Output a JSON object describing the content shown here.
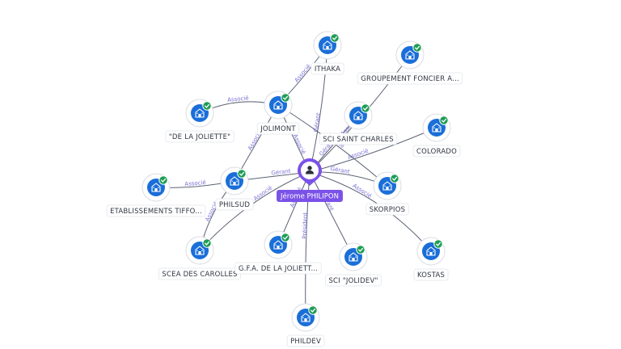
{
  "center": {
    "label": "Jérome PHILIPON",
    "icon": "person-icon",
    "color": "#7b52e8"
  },
  "colors": {
    "node_fill": "#1a6ed8",
    "check_badge": "#1f9d55",
    "edge": "#5b6273",
    "edge_label": "#7a6fd6"
  },
  "nodes": [
    {
      "id": "ithaka",
      "label": "ITHAKA",
      "icon": "building-icon"
    },
    {
      "id": "groupement",
      "label": "GROUPEMENT FONCIER A...",
      "icon": "building-icon"
    },
    {
      "id": "jolimont",
      "label": "JOLIMONT",
      "icon": "building-icon"
    },
    {
      "id": "joliette",
      "label": "\"DE LA JOLIETTE\"",
      "icon": "building-icon"
    },
    {
      "id": "scisaintcharles",
      "label": "SCI SAINT CHARLES",
      "icon": "building-icon"
    },
    {
      "id": "colorado",
      "label": "COLORADO",
      "icon": "building-icon"
    },
    {
      "id": "etablissements",
      "label": "ETABLISSEMENTS TIFFO...",
      "icon": "building-icon"
    },
    {
      "id": "philsud",
      "label": "PHILSUD",
      "icon": "building-icon"
    },
    {
      "id": "skorpios",
      "label": "SKORPIOS",
      "icon": "building-icon"
    },
    {
      "id": "scea",
      "label": "SCEA DES CAROLLES",
      "icon": "building-icon"
    },
    {
      "id": "gfa",
      "label": "G.F.A. DE LA JOLIETT...",
      "icon": "building-icon"
    },
    {
      "id": "scijolidev",
      "label": "SCI \"JOLIDEV\"",
      "icon": "building-icon"
    },
    {
      "id": "kostas",
      "label": "KOSTAS",
      "icon": "building-icon"
    },
    {
      "id": "phildev",
      "label": "PHILDEV",
      "icon": "building-icon"
    }
  ],
  "edges": [
    {
      "from": "center",
      "to": "ithaka",
      "label": "Gérant"
    },
    {
      "from": "center",
      "to": "groupement",
      "label": "Associé"
    },
    {
      "from": "center",
      "to": "jolimont",
      "label": "Associé"
    },
    {
      "from": "center",
      "to": "scisaintcharles",
      "label": "Gérant"
    },
    {
      "from": "center",
      "to": "colorado",
      "label": "Associé"
    },
    {
      "from": "center",
      "to": "philsud",
      "label": "Gérant"
    },
    {
      "from": "center",
      "to": "skorpios",
      "label": "Gérant"
    },
    {
      "from": "center",
      "to": "scea",
      "label": "Associé"
    },
    {
      "from": "center",
      "to": "gfa",
      "label": "Associé"
    },
    {
      "from": "center",
      "to": "scijolidev",
      "label": "Gérant"
    },
    {
      "from": "center",
      "to": "kostas",
      "label": "Associé"
    },
    {
      "from": "center",
      "to": "phildev",
      "label": "Président"
    },
    {
      "from": "jolimont",
      "to": "ithaka",
      "label": "Associé"
    },
    {
      "from": "jolimont",
      "to": "joliette",
      "label": "Associé"
    },
    {
      "from": "philsud",
      "to": "etablissements",
      "label": "Associé"
    },
    {
      "from": "philsud",
      "to": "scea",
      "label": "Associé"
    },
    {
      "from": "jolimont",
      "to": "philsud",
      "label": "Associé"
    },
    {
      "from": "jolimont",
      "to": "skorpios",
      "label": "Associé"
    }
  ]
}
